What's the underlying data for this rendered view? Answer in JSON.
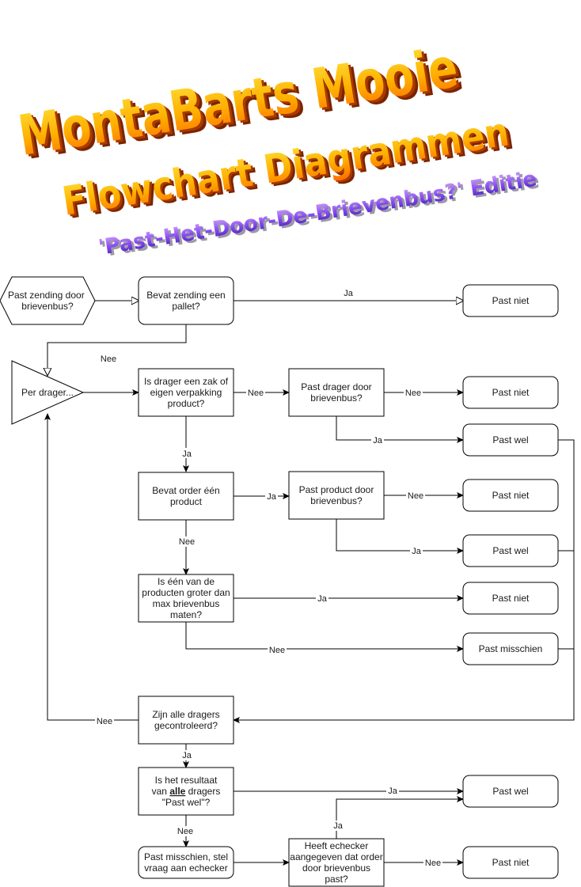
{
  "title": {
    "line1": "MontaBarts Mooie",
    "line2": "Flowchart Diagrammen",
    "line3": "'Past-Het-Door-De-Brievenbus?' Editie"
  },
  "nodes": {
    "start": [
      "Past zending door",
      "brievenbus?"
    ],
    "pallet": [
      "Bevat zending een",
      "pallet?"
    ],
    "result_pallet": [
      "Past niet"
    ],
    "per_drager": [
      "Per drager..."
    ],
    "zak": [
      "Is drager een zak of",
      "eigen verpakking",
      "product?"
    ],
    "drager_door": [
      "Past drager door",
      "brievenbus?"
    ],
    "result_drager_nee": [
      "Past niet"
    ],
    "result_drager_ja": [
      "Past wel"
    ],
    "een_product": [
      "Bevat order één",
      "product"
    ],
    "product_door": [
      "Past product door",
      "brievenbus?"
    ],
    "result_product_nee": [
      "Past niet"
    ],
    "result_product_ja": [
      "Past wel"
    ],
    "groter": [
      "Is één van de",
      "producten groter dan",
      "max brievenbus",
      "maten?"
    ],
    "result_groter_ja": [
      "Past niet"
    ],
    "result_groter_nee": [
      "Past misschien"
    ],
    "alle_gecontroleerd": [
      "Zijn alle dragers",
      "gecontroleerd?"
    ],
    "resultaat_alle": [
      "Is het resultaat",
      "van alle dragers",
      "\"Past wel\"?"
    ],
    "result_final_wel": [
      "Past wel"
    ],
    "echecker_vraag": [
      "Past misschien, stel",
      "vraag aan echecker"
    ],
    "echecker_aangegeven": [
      "Heeft echecker",
      "aangegeven dat order",
      "door brievenbus",
      "past?"
    ],
    "result_final_niet": [
      "Past niet"
    ]
  },
  "edge_labels": {
    "pallet_ja": "Ja",
    "pallet_nee": "Nee",
    "zak_nee": "Nee",
    "drager_nee": "Nee",
    "drager_ja": "Ja",
    "zak_ja": "Ja",
    "een_product_ja": "Ja",
    "product_nee": "Nee",
    "product_ja": "Ja",
    "een_product_nee": "Nee",
    "groter_ja": "Ja",
    "groter_nee": "Nee",
    "alle_nee": "Nee",
    "alle_ja": "Ja",
    "resultaat_ja": "Ja",
    "resultaat_nee": "Nee",
    "echecker_ja": "Ja",
    "echecker_nee": "Nee"
  },
  "colors": {
    "wordart_fill_top": "#ffd21f",
    "wordart_fill_bottom": "#ff7a00",
    "wordart_shadow": "#8a2a00",
    "wordart_purple_top": "#c080ff",
    "wordart_purple_bottom": "#4a1fb8",
    "wordart_purple_shadow": "#9a9aa8"
  }
}
